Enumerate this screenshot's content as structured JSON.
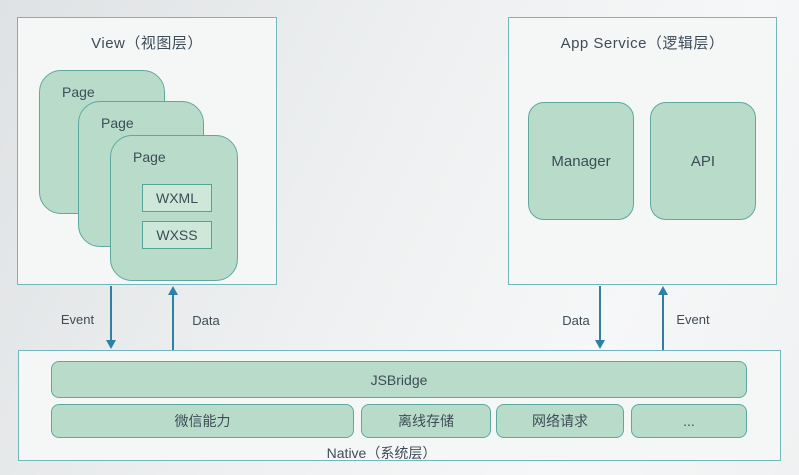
{
  "view_layer": {
    "title": "View（视图层）",
    "pages": [
      {
        "label": "Page"
      },
      {
        "label": "Page"
      },
      {
        "label": "Page",
        "files": [
          {
            "label": "WXML"
          },
          {
            "label": "WXSS"
          }
        ]
      }
    ]
  },
  "app_service_layer": {
    "title": "App Service（逻辑层）",
    "modules": [
      {
        "label": "Manager"
      },
      {
        "label": "API"
      }
    ]
  },
  "native_layer": {
    "title": "Native（系统层）",
    "bridge_label": "JSBridge",
    "capabilities": [
      {
        "label": "微信能力"
      },
      {
        "label": "离线存储"
      },
      {
        "label": "网络请求"
      },
      {
        "label": "..."
      }
    ]
  },
  "connections": {
    "left": {
      "down_label": "Event",
      "up_label": "Data"
    },
    "right": {
      "down_label": "Data",
      "up_label": "Event"
    }
  },
  "colors": {
    "panel_border": "#74b6bc",
    "card_fill": "#b9dcca",
    "card_border": "#5da89f",
    "inner_fill": "#cde7d8",
    "arrow": "#2f81a3",
    "text": "#3e4c58"
  }
}
